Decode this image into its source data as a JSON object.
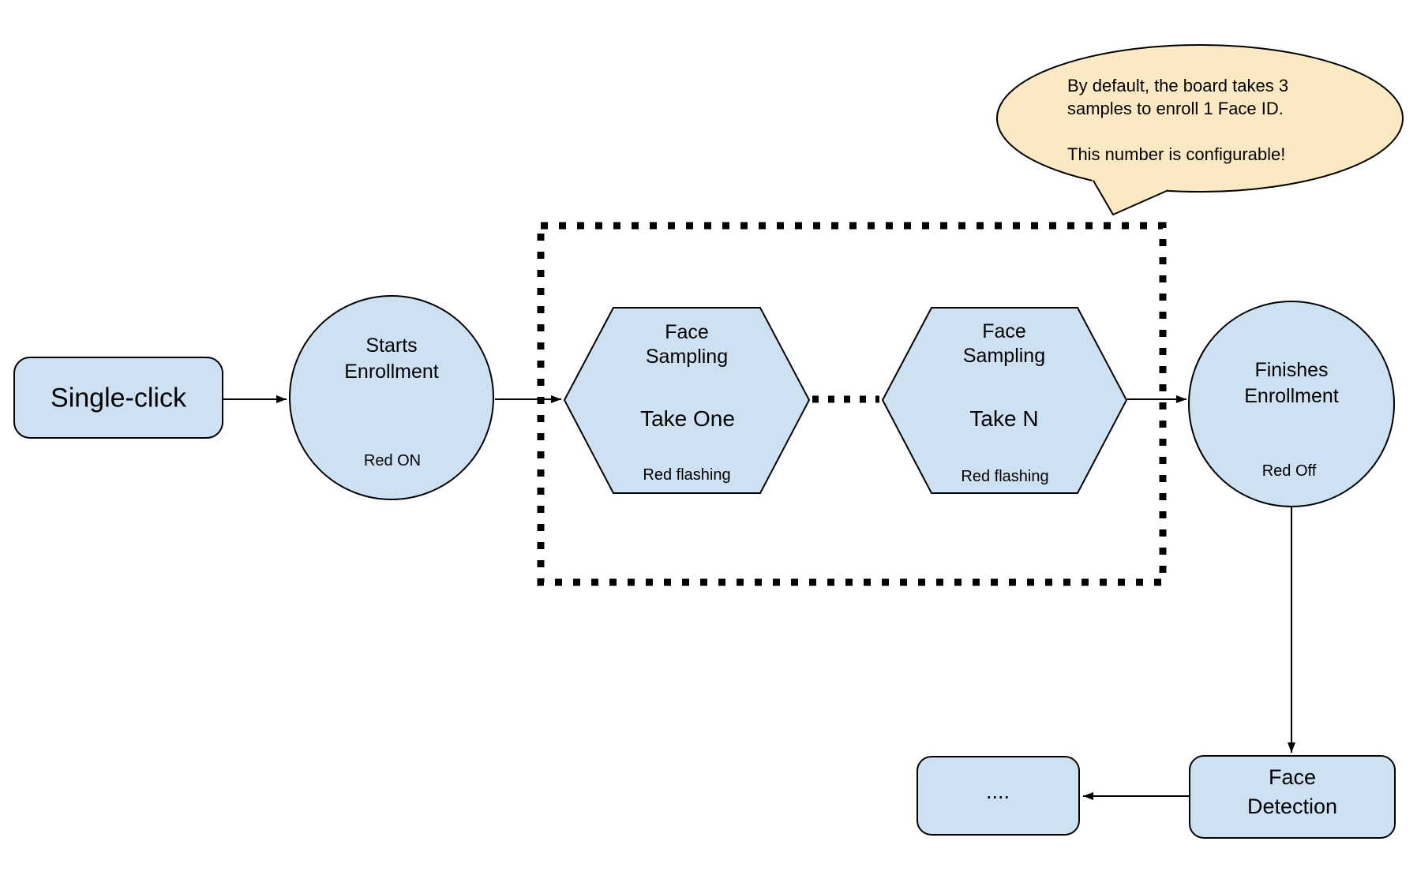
{
  "diagram": {
    "nodes": {
      "single_click": {
        "label": "Single-click",
        "shape": "rounded-rect"
      },
      "starts_enrollment": {
        "title": "Starts\nEnrollment",
        "status": "Red ON",
        "shape": "circle"
      },
      "face_sampling_first": {
        "title": "Face\nSampling",
        "step": "Take One",
        "status": "Red flashing",
        "shape": "hexagon"
      },
      "face_sampling_last": {
        "title": "Face\nSampling",
        "step": "Take N",
        "status": "Red flashing",
        "shape": "hexagon"
      },
      "finishes_enrollment": {
        "title": "Finishes\nEnrollment",
        "status": "Red Off",
        "shape": "circle"
      },
      "face_detection": {
        "label": "Face\nDetection",
        "shape": "rounded-rect"
      },
      "continuation": {
        "label": "....",
        "shape": "rounded-rect"
      }
    },
    "callout": {
      "text": "By default, the board takes 3\nsamples to enroll 1 Face ID.\n\nThis number is configurable!"
    },
    "colors": {
      "node_fill": "#cee1f2",
      "callout_fill": "#fbe9c3",
      "stroke": "#000000"
    }
  }
}
